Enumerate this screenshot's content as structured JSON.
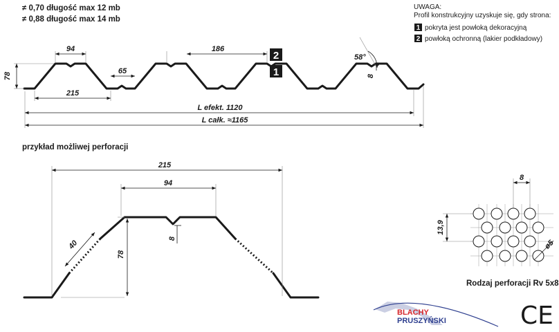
{
  "thickness_notes": [
    "≠ 0,70 długość max 12 mb",
    "≠ 0,88 długość max 14 mb"
  ],
  "uwaga": {
    "title": "UWAGA:",
    "text": "Profil konstrukcyjny uzyskuje się, gdy strona:",
    "items": [
      {
        "badge": "1",
        "text": "pokryta jest powłoką dekoracyjną"
      },
      {
        "badge": "2",
        "text": "powłoką ochronną (lakier podkładowy)"
      }
    ]
  },
  "top_profile": {
    "dims": {
      "top_width": "94",
      "valley_gap": "65",
      "pitch": "215",
      "crest_span": "186",
      "angle": "58°",
      "height": "78",
      "groove_depth": "8",
      "effective_length": "L efekt. 1120",
      "total_length": "L całk. ≈1165"
    },
    "side_badges": [
      "2",
      "1"
    ]
  },
  "perforation": {
    "heading": "przykład możliwej perforacji",
    "dims": {
      "pitch": "215",
      "top_width": "94",
      "height": "78",
      "groove_depth": "8",
      "perforated_zone": "40"
    }
  },
  "hole_pattern": {
    "pitch": "8",
    "row_spacing": "13,9",
    "diameter": "ø5",
    "caption": "Rodzaj perforacji Rv 5x8"
  },
  "logo": {
    "line1": "BLACHY",
    "line2": "PRUSZYŃSKI"
  },
  "ce_mark": "CE",
  "colors": {
    "ink": "#1a1a1a",
    "logo_red": "#d6262b",
    "logo_blue": "#2e3f8f"
  }
}
